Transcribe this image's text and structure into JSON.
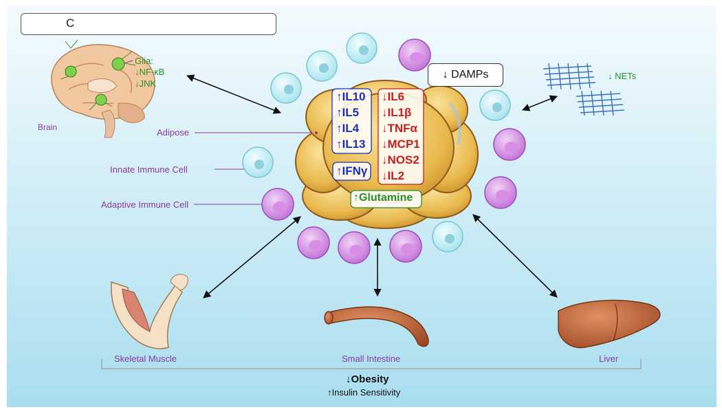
{
  "title": {
    "text": "C"
  },
  "brain": {
    "label": "Brain",
    "glia_label": "Glia:",
    "markers": [
      {
        "arrow": "↓",
        "text": "NF-κB"
      },
      {
        "arrow": "↓",
        "text": "JNK"
      }
    ]
  },
  "nets": {
    "arrow": "↓",
    "text": "NETs"
  },
  "damps": {
    "arrow": "↓",
    "text": "DAMPs"
  },
  "labels": {
    "adipose": "Adipose",
    "innate": "Innate Immune Cell",
    "adaptive": "Adaptive Immune Cell",
    "skeletal_muscle": "Skeletal Muscle",
    "small_intestine": "Small Intestine",
    "liver": "Liver"
  },
  "cytokines_up": [
    {
      "arrow": "↑",
      "text": "IL10"
    },
    {
      "arrow": "↑",
      "text": "IL5"
    },
    {
      "arrow": "↑",
      "text": "IL4"
    },
    {
      "arrow": "↑",
      "text": "IL13"
    }
  ],
  "ifng": {
    "arrow": "↑",
    "text": "IFNγ"
  },
  "cytokines_down": [
    {
      "arrow": "↓",
      "text": "IL6"
    },
    {
      "arrow": "↓",
      "text": "IL1β"
    },
    {
      "arrow": "↓",
      "text": "TNFα"
    },
    {
      "arrow": "↓",
      "text": "MCP1"
    },
    {
      "arrow": "↓",
      "text": "NOS2"
    },
    {
      "arrow": "↓",
      "text": "IL2"
    }
  ],
  "glutamine": {
    "arrow": "↑",
    "text": "Glutamine"
  },
  "outcomes": {
    "obesity": {
      "arrow": "↓",
      "text": "Obesity"
    },
    "insulin": {
      "arrow": "↑",
      "text": "Insulin Sensitivity"
    }
  },
  "colors": {
    "label_purple": "#8a3b96",
    "up_blue": "#1a2fb8",
    "down_red": "#c21f1f",
    "green": "#2a8f2a"
  }
}
